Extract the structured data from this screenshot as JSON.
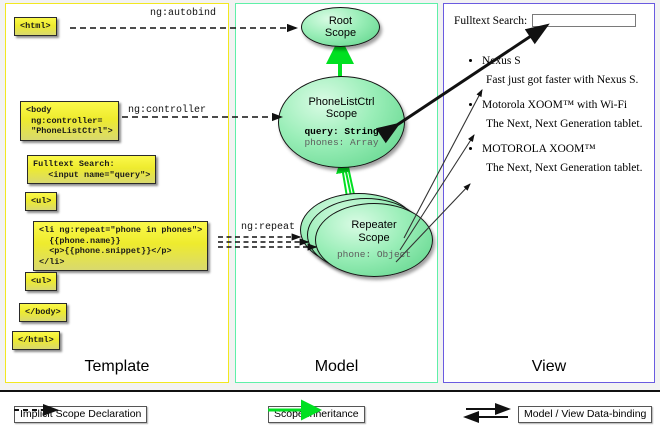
{
  "panels": {
    "template": {
      "title": "Template",
      "border_color": "#f2e820",
      "boxes": {
        "html_open": "<html>",
        "body_open": "<body\n ng:controller=\n \"PhoneListCtrl\">",
        "search": "Fulltext Search:\n   <input name=\"query\">",
        "ul_open": "<ul>",
        "li_repeat": "<li ng:repeat=\"phone in phones\">\n  {{phone.name}}\n  <p>{{phone.snippet}}</p>\n</li>",
        "ul_close": "<ul>",
        "body_close": "</body>",
        "html_close": "</html>"
      }
    },
    "model": {
      "title": "Model",
      "border_color": "#5ff0a8",
      "scopes": {
        "root": {
          "title_line1": "Root",
          "title_line2": "Scope"
        },
        "phonelistctrl": {
          "title_line1": "PhoneListCtrl",
          "title_line2": "Scope",
          "prop_query": "query: String",
          "prop_phones": "phones: Array"
        },
        "repeater": {
          "title_line1": "Repeater",
          "title_line2": "Scope",
          "prop_phone": "phone: Object"
        }
      }
    },
    "view": {
      "title": "View",
      "border_color": "#6a5be0",
      "search_label": "Fulltext Search:",
      "search_value": "",
      "phones": [
        {
          "name": "Nexus S",
          "snippet": "Fast just got faster with Nexus S."
        },
        {
          "name": "Motorola XOOM™  with Wi-Fi",
          "snippet": "The Next, Next Generation tablet."
        },
        {
          "name": "MOTOROLA XOOM™",
          "snippet": "The Next, Next Generation tablet."
        }
      ]
    }
  },
  "edge_labels": {
    "autobind": "ng:autobind",
    "controller": "ng:controller",
    "repeat": "ng:repeat"
  },
  "legend": {
    "implicit": "Implicit Scope Declaration",
    "inheritance": "Scope Inheritance",
    "databinding": "Model / View Data-binding"
  },
  "colors": {
    "inheritance_green": "#00e021",
    "template_yellow": "#f2e820",
    "model_green": "#5ff0a8",
    "view_purple": "#6a5be0"
  }
}
